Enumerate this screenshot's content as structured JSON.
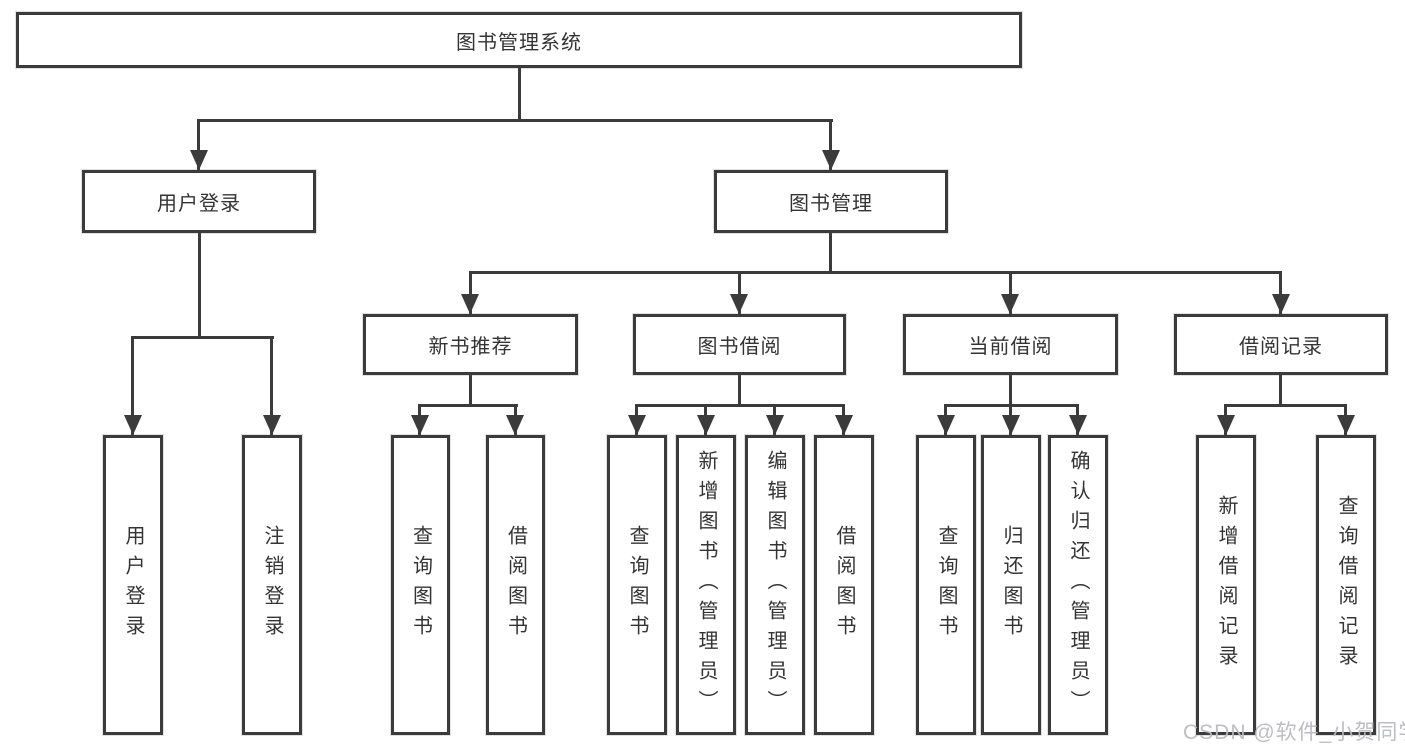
{
  "tree": {
    "root": "图书管理系统",
    "children": [
      {
        "label": "用户登录",
        "children": [
          {
            "label": "用户登录"
          },
          {
            "label": "注销登录"
          }
        ]
      },
      {
        "label": "图书管理",
        "children": [
          {
            "label": "新书推荐",
            "children": [
              {
                "label": "查询图书"
              },
              {
                "label": "借阅图书"
              }
            ]
          },
          {
            "label": "图书借阅",
            "children": [
              {
                "label": "查询图书"
              },
              {
                "label": "新增图书（管理员）"
              },
              {
                "label": "编辑图书（管理员）"
              },
              {
                "label": "借阅图书"
              }
            ]
          },
          {
            "label": "当前借阅",
            "children": [
              {
                "label": "查询图书"
              },
              {
                "label": "归还图书"
              },
              {
                "label": "确认归还（管理员）"
              }
            ]
          },
          {
            "label": "借阅记录",
            "children": [
              {
                "label": "新增借阅记录"
              },
              {
                "label": "查询借阅记录"
              }
            ]
          }
        ]
      }
    ]
  },
  "watermark": {
    "text": "CSDN @软件_小贺同学"
  },
  "colors": {
    "line": "#3b3b3b",
    "text": "#343434",
    "background": "#ffffff",
    "watermark": "#b9bbbf"
  }
}
